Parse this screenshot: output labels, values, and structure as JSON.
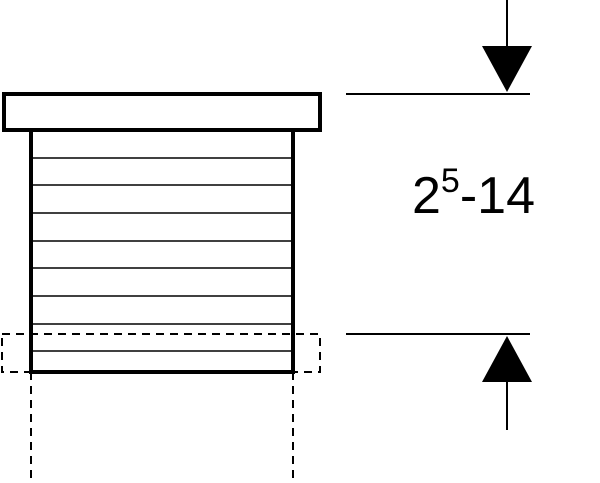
{
  "dimension": {
    "base": "2",
    "superscript": "5",
    "range_tail": "-14"
  },
  "colors": {
    "stroke": "#000000",
    "background": "#ffffff"
  }
}
